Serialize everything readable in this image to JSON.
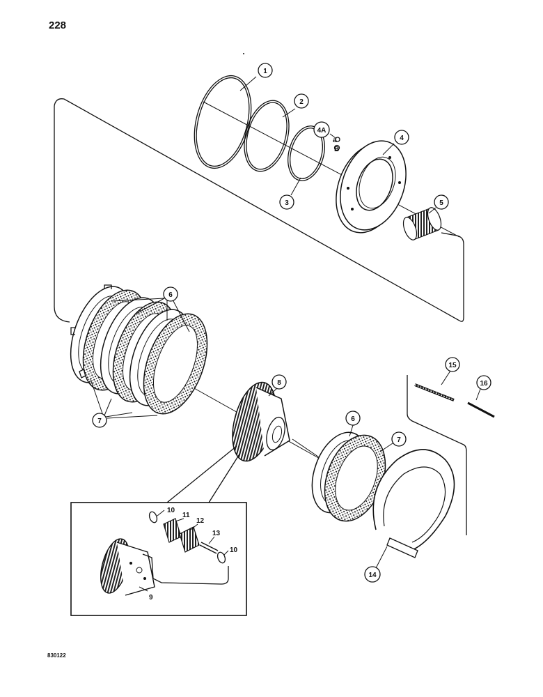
{
  "page": {
    "number": "228",
    "drawing_code": "830122"
  },
  "callouts": {
    "c1": "1",
    "c2": "2",
    "c3": "3",
    "c4": "4",
    "c4a": "4A",
    "c4a_a": "a",
    "c4a_b": "B",
    "c5": "5",
    "c6": "6",
    "c6b": "6",
    "c7": "7",
    "c7b": "7",
    "c8": "8",
    "c9": "9",
    "c10a": "10",
    "c10b": "10",
    "c11": "11",
    "c12": "12",
    "c13": "13",
    "c14": "14",
    "c15": "15",
    "c16": "16"
  }
}
